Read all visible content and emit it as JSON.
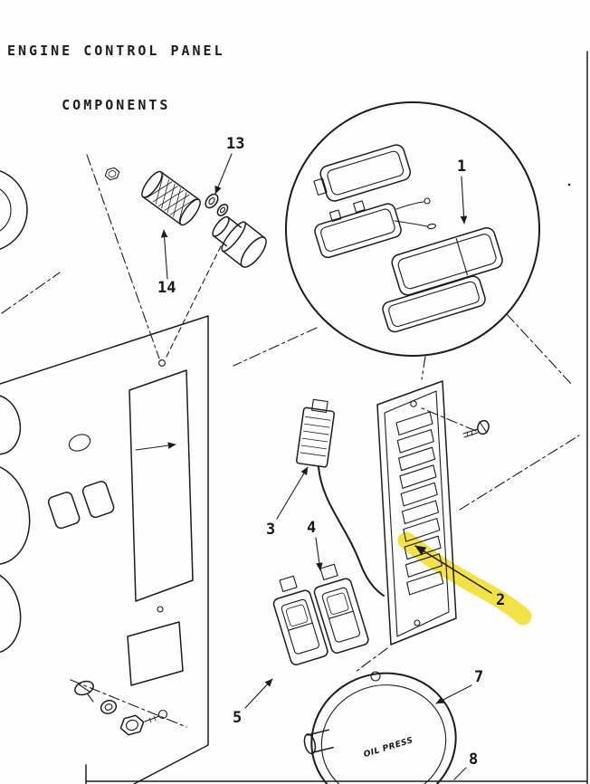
{
  "drawing": {
    "title_line1": "ENGINE CONTROL PANEL",
    "title_line2": "COMPONENTS",
    "gauge_face_label": "OIL PRESS"
  },
  "callouts": {
    "item1": "1",
    "item2": "2",
    "item3": "3",
    "item4": "4",
    "item5": "5",
    "item7": "7",
    "item8": "8",
    "item13": "13",
    "item14": "14"
  },
  "colors": {
    "ink": "#1c1c1c",
    "paper": "#fefefe",
    "highlight": "#f2e034"
  }
}
